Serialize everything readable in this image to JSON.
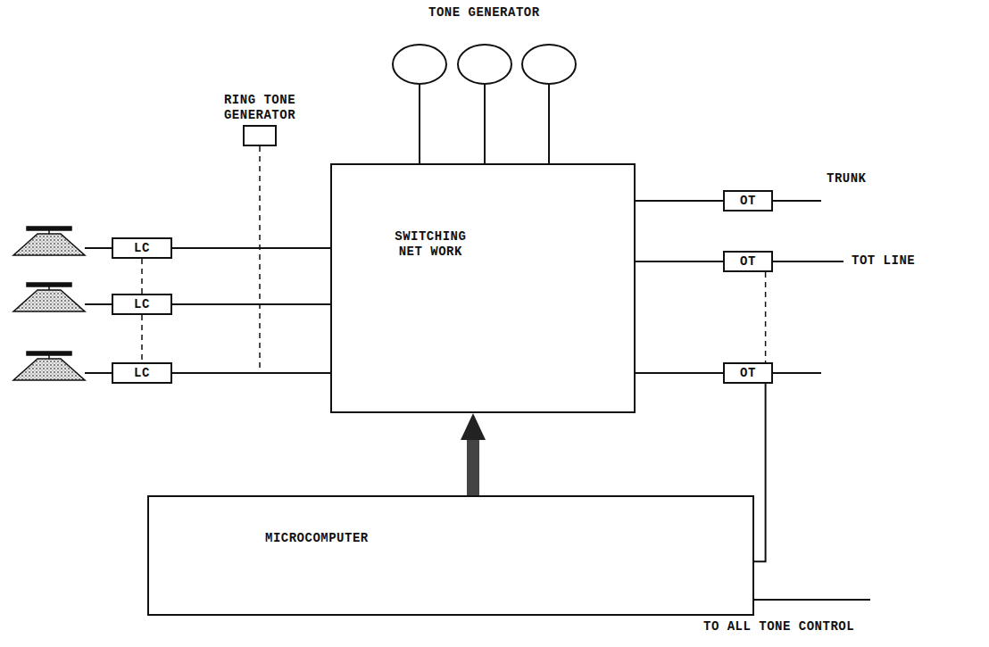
{
  "diagram": {
    "nodes": [
      {
        "text": [
          "RING TONE GENERATOR"
        ]
      },
      {
        "text": [
          "LC"
        ]
      },
      {
        "text": [
          "LC"
        ]
      },
      {
        "text": [
          "LC"
        ]
      },
      {
        "text": [
          "SWITCHING NET WORK"
        ]
      },
      {
        "text": [
          "OT"
        ]
      },
      {
        "text": [
          "OT"
        ]
      },
      {
        "text": [
          "OT"
        ]
      },
      {
        "text": [
          "MICROCOMPUTER"
        ]
      }
    ],
    "edges": [
      {
        "from": 1,
        "to": 4,
        "arrow": "none"
      },
      {
        "from": 2,
        "to": 4,
        "arrow": "none"
      },
      {
        "from": 3,
        "to": 4,
        "arrow": "none"
      },
      {
        "from": 4,
        "to": 5,
        "arrow": "none"
      },
      {
        "from": 4,
        "to": 6,
        "arrow": "none"
      },
      {
        "from": 4,
        "to": 7,
        "arrow": "none"
      },
      {
        "from": 1,
        "to": 2,
        "arrow": "none"
      },
      {
        "from": 2,
        "to": 3,
        "arrow": "none"
      },
      {
        "from": 6,
        "to": 7,
        "arrow": "none"
      },
      {
        "from": 7,
        "to": 8,
        "arrow": "none"
      },
      {
        "from": 8,
        "to": 4,
        "arrow": "to"
      }
    ],
    "labels": [
      "TONE GENERATOR",
      "TRUNK",
      "TOT LINE",
      "TO ALL TONE CONTROL"
    ]
  }
}
